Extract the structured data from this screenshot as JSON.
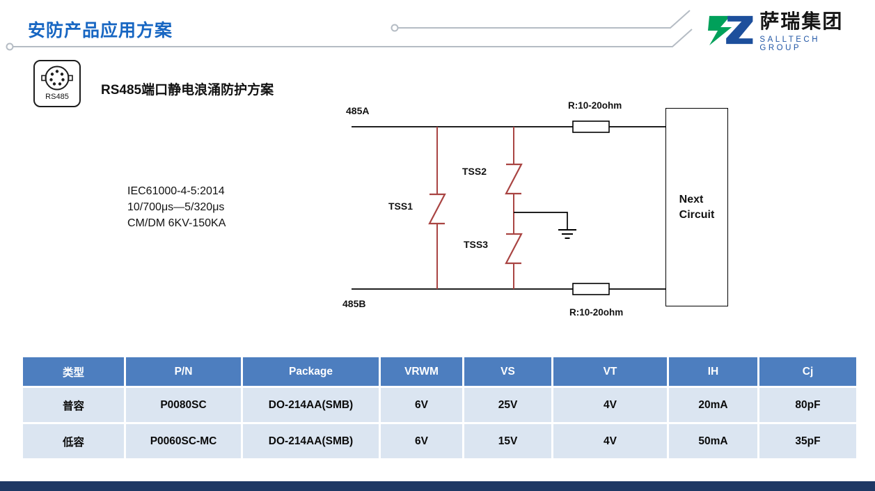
{
  "page": {
    "title": "安防产品应用方案"
  },
  "logo": {
    "name": "萨瑞集团",
    "subtitle": "SALLTECH GROUP"
  },
  "badge": {
    "label": "RS485"
  },
  "section": {
    "heading": "RS485端口静电浪涌防护方案"
  },
  "specs": {
    "line1": "IEC61000-4-5:2014",
    "line2": "10/700μs—5/320μs",
    "line3": "CM/DM 6KV-150KA"
  },
  "diagram": {
    "labels": {
      "top_line": "485A",
      "bottom_line": "485B",
      "top_resistor": "R:10-20ohm",
      "bottom_resistor": "R:10-20ohm",
      "tss1": "TSS1",
      "tss2": "TSS2",
      "tss3": "TSS3",
      "next_circuit_line1": "Next",
      "next_circuit_line2": "Circuit"
    }
  },
  "table": {
    "headers": [
      "类型",
      "P/N",
      "Package",
      "VRWM",
      "VS",
      "VT",
      "IH",
      "Cj"
    ],
    "rows": [
      [
        "普容",
        "P0080SC",
        "DO-214AA(SMB)",
        "6V",
        "25V",
        "4V",
        "20mA",
        "80pF"
      ],
      [
        "低容",
        "P0060SC-MC",
        "DO-214AA(SMB)",
        "6V",
        "15V",
        "4V",
        "50mA",
        "35pF"
      ]
    ]
  },
  "colors": {
    "title_blue": "#1766c2",
    "table_header_blue": "#4d7ebf",
    "table_row_blue": "#dbe5f1",
    "footer_navy": "#1e3864",
    "tss_red": "#a94442",
    "logo_green": "#00a05a",
    "logo_blue": "#1d4f9c"
  }
}
